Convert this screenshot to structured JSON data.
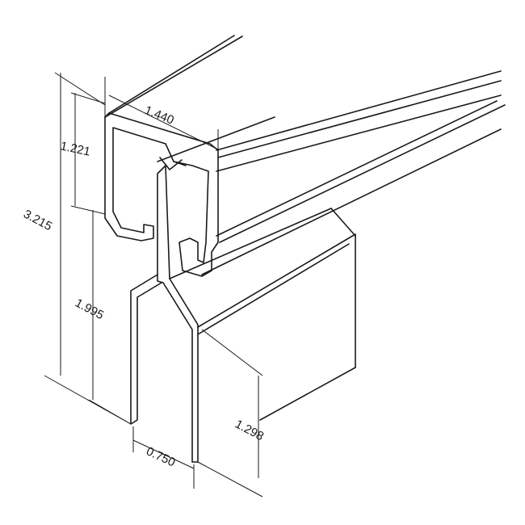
{
  "drawing": {
    "dimensions": {
      "rail_width": "1.440",
      "rail_height": "1.221",
      "overall_height": "3.215",
      "hanger_height": "1.995",
      "bracket_height": "1.298",
      "plate_offset": "0.750"
    }
  }
}
